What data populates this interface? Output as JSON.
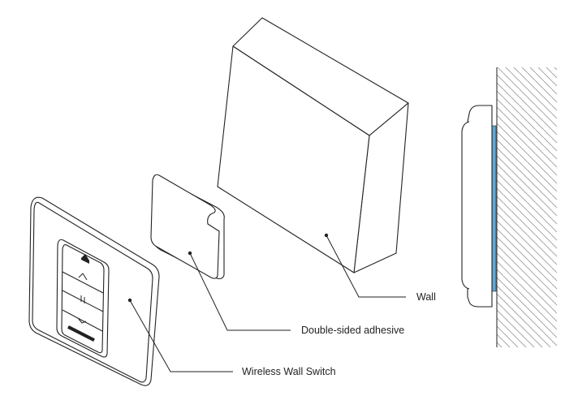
{
  "labels": {
    "wall": "Wall",
    "adhesive": "Double-sided adhesive",
    "switch": "Wireless Wall Switch"
  },
  "colors": {
    "outline": "#222222",
    "adhesive_strip": "#5fa8d3",
    "hatch": "#9a9a9a"
  },
  "icons": {
    "switch_buttons": [
      "house-icon",
      "chevron-up-icon",
      "pause-icon",
      "chevron-down-icon"
    ]
  }
}
